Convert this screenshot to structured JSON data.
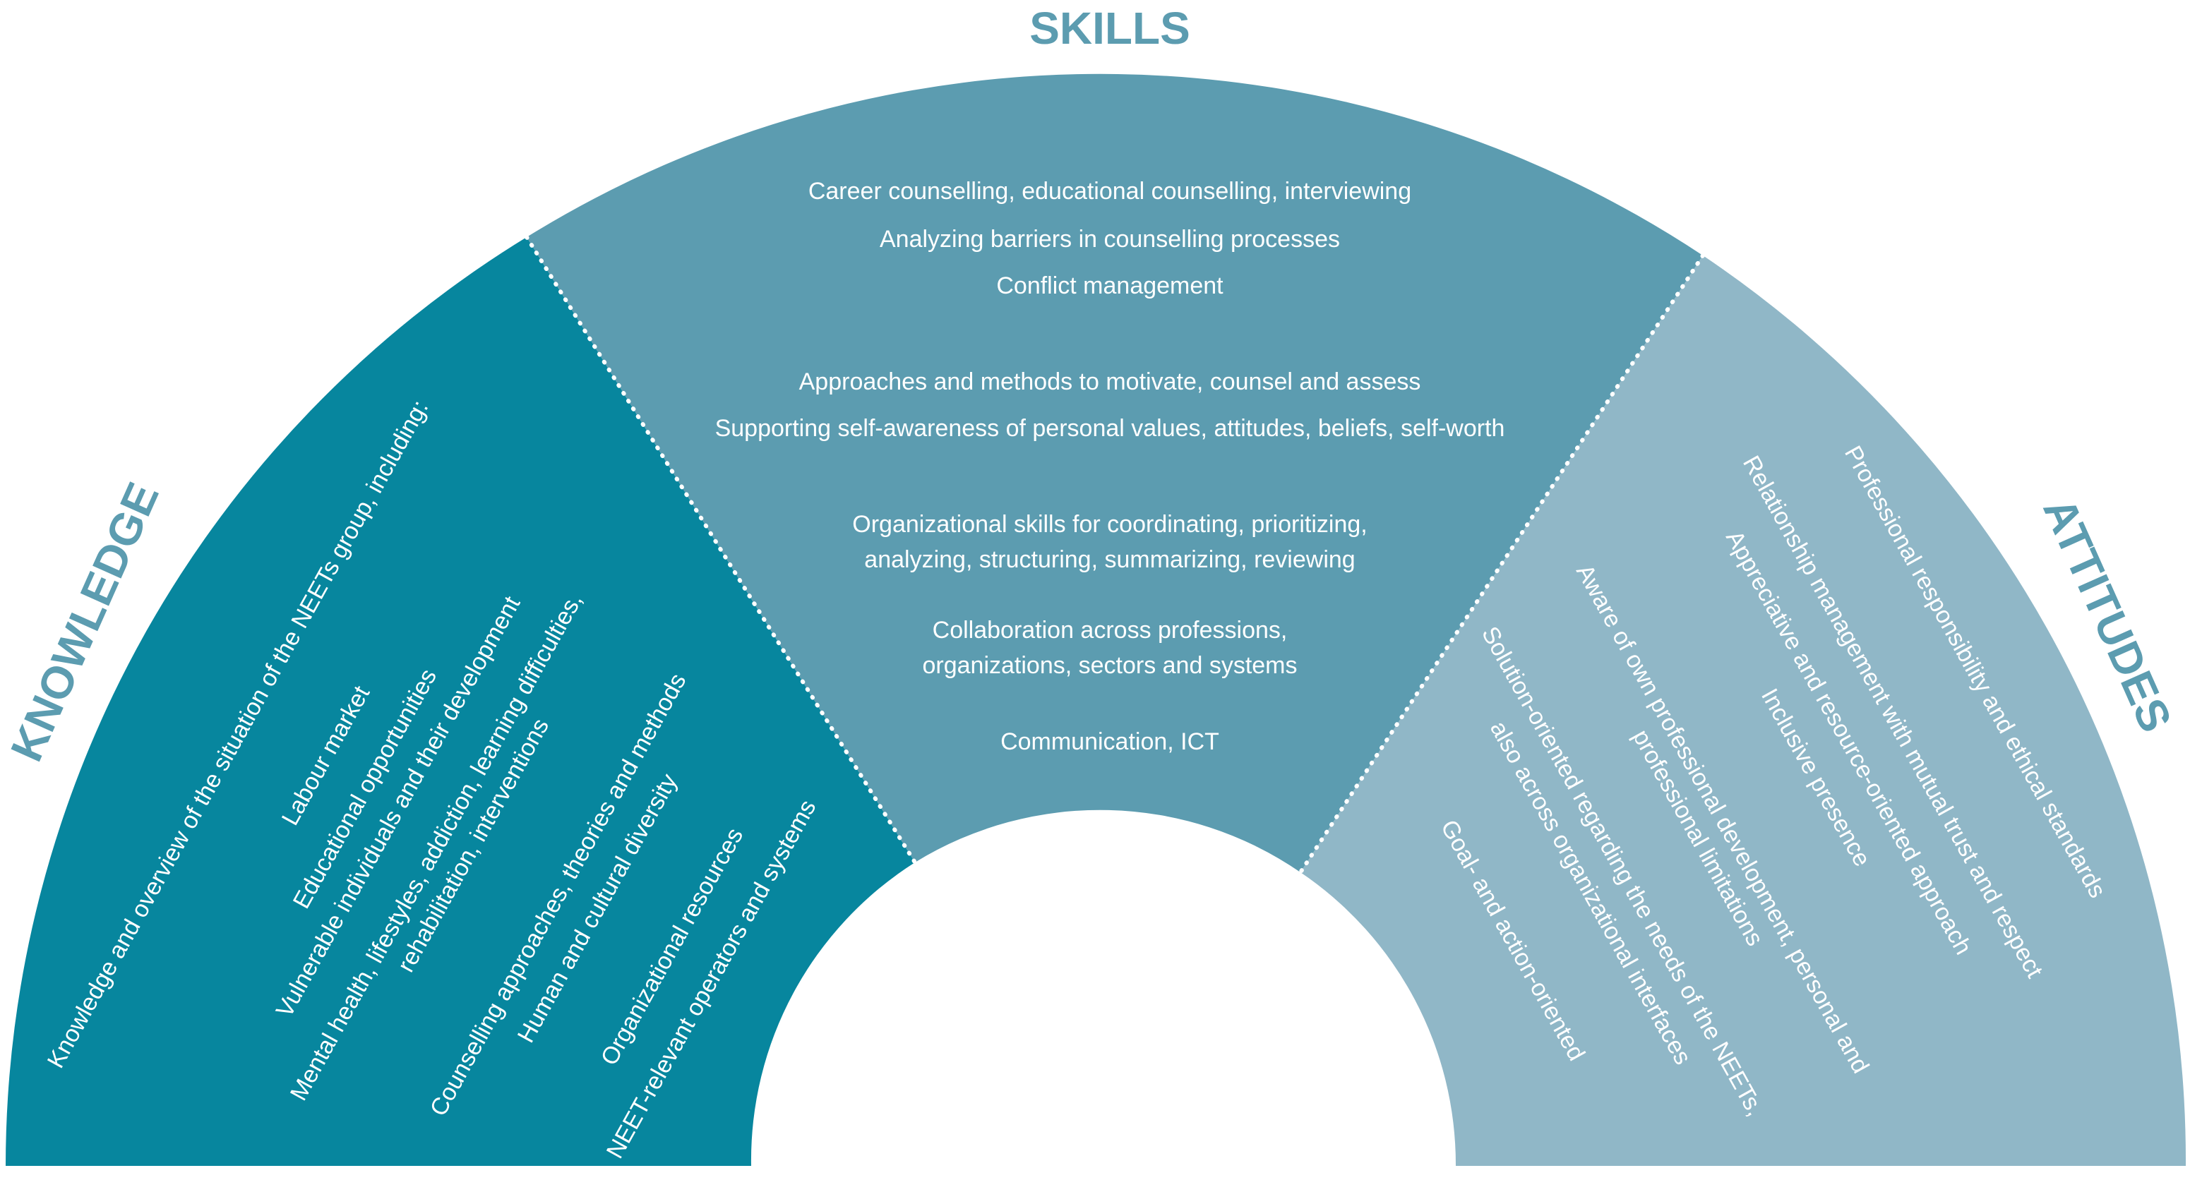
{
  "colors": {
    "knowledge": "#07869e",
    "skills": "#5c9cb0",
    "attitudes": "#90b7c7",
    "heading": "#5c9cb0",
    "text": "#ffffff",
    "background": "#ffffff"
  },
  "skills": {
    "title": "SKILLS",
    "items": [
      "Career counselling, educational counselling, interviewing",
      "Analyzing barriers in counselling processes",
      "Conflict management",
      "Approaches and methods to motivate, counsel and assess",
      "Supporting self-awareness of personal values, attitudes, beliefs, self-worth",
      "Organizational skills for coordinating, prioritizing,",
      "analyzing, structuring, summarizing, reviewing",
      "Collaboration across professions,",
      "organizations, sectors and systems",
      "Communication, ICT"
    ]
  },
  "knowledge": {
    "title": "KNOWLEDGE",
    "items": [
      "Knowledge and overview of the situation of the NEETs group, including:",
      "Labour market",
      "Educational opportunities",
      "Vulnerable individuals and their development",
      "Mental health, lifestyles, addiction, learning difficulties,",
      "rehabilitation, interventions",
      "Counselling approaches, theories and methods",
      "Human and cultural diversity",
      "Organizational resources",
      "NEET-relevant operators and systems"
    ]
  },
  "attitudes": {
    "title": "ATTITUDES",
    "items": [
      "Professional responsibility and ethical standards",
      "Relationship management with mutual trust and respect",
      "Appreciative and resource-oriented approach",
      "Inclusive presence",
      "Aware of own professional development, personal and",
      "professional limitations",
      "Solution-oriented regarding the needs of the NEETs,",
      "also across organizational interfaces",
      "Goal- and action-oriented"
    ]
  }
}
